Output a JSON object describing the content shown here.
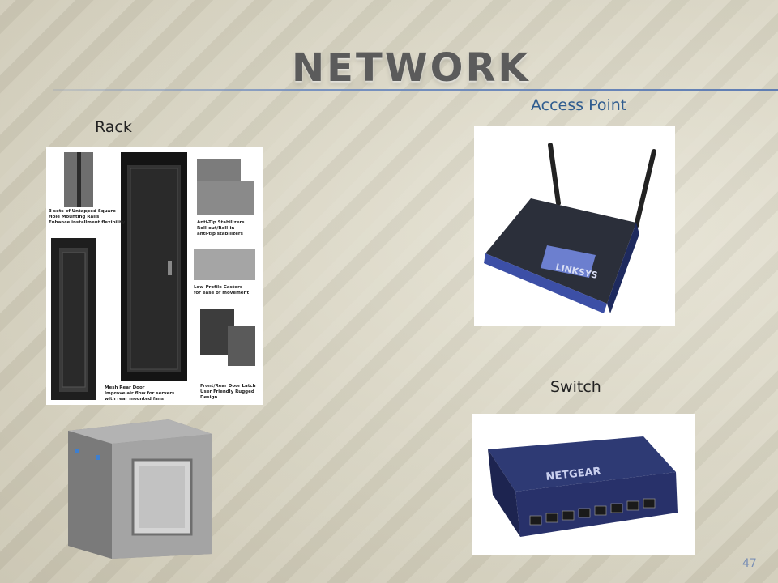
{
  "slide": {
    "title": "NETWORK",
    "page_number": "47"
  },
  "labels": {
    "rack": "Rack",
    "access_point": "Access Point",
    "switch": "Switch"
  },
  "rack_brochure": {
    "caption_rails": [
      "3 sets of Untapped Square",
      "Hole Mounting Rails",
      "Enhance installment flexibility"
    ],
    "caption_stabilizers": [
      "Anti-Tip Stabilizers",
      "Roll-out/Roll-in",
      "anti-tip stabilizers"
    ],
    "caption_casters": [
      "Low-Profile Casters",
      "for ease of movement"
    ],
    "caption_mesh": [
      "Mesh Rear Door",
      "Improve air flow for servers",
      "with rear mounted fans"
    ],
    "caption_latch": [
      "Front/Rear Door Latch",
      "User Friendly Rugged",
      "Design"
    ]
  },
  "product_marks": {
    "access_point_brand": "LINKSYS",
    "switch_brand": "NETGEAR"
  },
  "colors": {
    "title": "#5b5b5b",
    "rule": "#5f7db3",
    "access_point_label": "#2f5c8f",
    "page_number": "#7a8fb5"
  }
}
